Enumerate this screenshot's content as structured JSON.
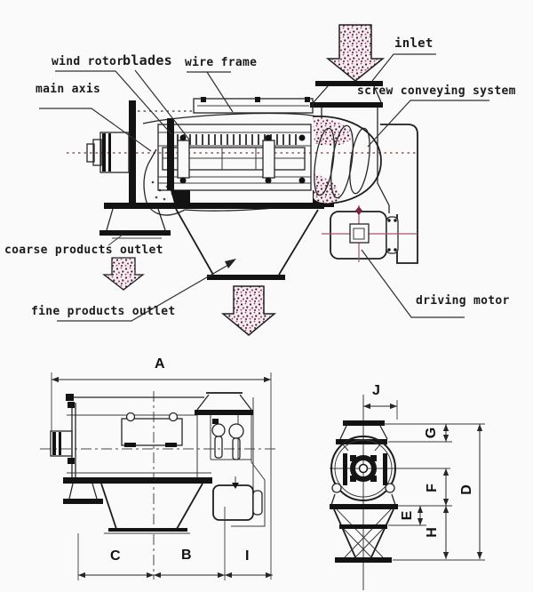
{
  "colors": {
    "ink": "#262626",
    "thick_black": "#131313",
    "maroon_accent": "#a85568",
    "speckle_dark": "#33202e",
    "speckle_magenta": "#a04468",
    "speckle_background": "#f7ebf1",
    "centerline_red": "#a96a6a",
    "background": "#fbfafa"
  },
  "top": {
    "labels": {
      "wind_rotor": "wind rotor",
      "blades": "blades",
      "wire_frame": "wire frame",
      "main_axis": "main axis",
      "inlet": "inlet",
      "screw_conveying_system": "screw conveying system",
      "coarse_products_outlet": "coarse products outlet",
      "fine_products_outlet": "fine products outlet",
      "driving_motor": "driving motor"
    }
  },
  "bottom_left": {
    "dims": {
      "A": "A",
      "C": "C",
      "B": "B",
      "I": "I"
    }
  },
  "bottom_right": {
    "dims": {
      "J": "J",
      "G": "G",
      "F": "F",
      "D": "D",
      "E": "E",
      "H": "H"
    }
  }
}
